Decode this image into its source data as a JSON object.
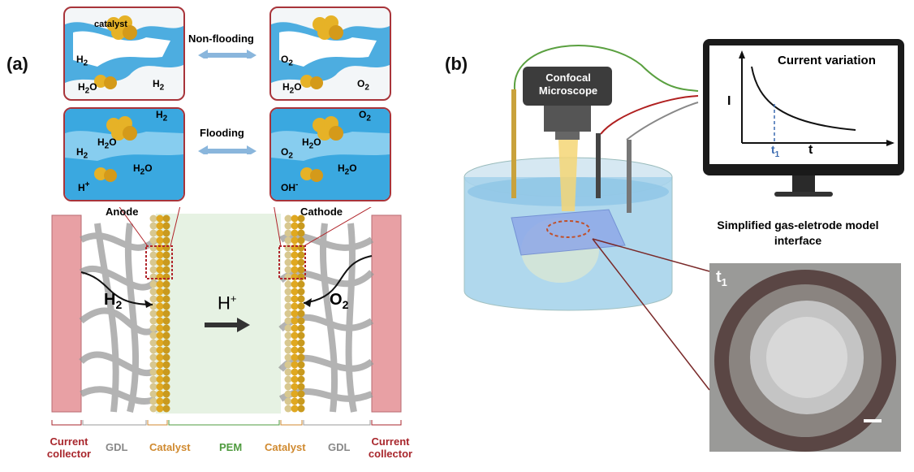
{
  "panel_a": {
    "label": "(a)",
    "zoom_labels": {
      "catalyst": "catalyst",
      "non_flooding": "Non-flooding",
      "flooding": "Flooding",
      "h2": "H",
      "o2": "O",
      "h2o": "H",
      "h_plus": "H",
      "oh_minus": "OH"
    },
    "anode": "Anode",
    "cathode": "Cathode",
    "h2_label": "H",
    "o2_label": "O",
    "proton_label": "H",
    "bottom_labels": {
      "current_collector_left": "Current collector",
      "gdl_left": "GDL",
      "catalyst_left": "Catalyst",
      "pem": "PEM",
      "catalyst_right": "Catalyst",
      "gdl_right": "GDL",
      "current_collector_right": "Current collector"
    }
  },
  "panel_b": {
    "label": "(b)",
    "microscope": "Confocal Microscope",
    "monitor_title": "Current variation",
    "axis_y": "I",
    "axis_x": "t",
    "t1": "t",
    "model_title": "Simplified gas-eletrode model interface",
    "micrograph_label": "t"
  },
  "colors": {
    "collector": "#e8a0a4",
    "catalyst": "#e0a820",
    "pem": "#e6f2e3",
    "water": "#7ec8ec",
    "frame": "#a8343a",
    "red_label": "#a8262c",
    "orange_label": "#d08a30",
    "green_label": "#4f9b3f"
  }
}
